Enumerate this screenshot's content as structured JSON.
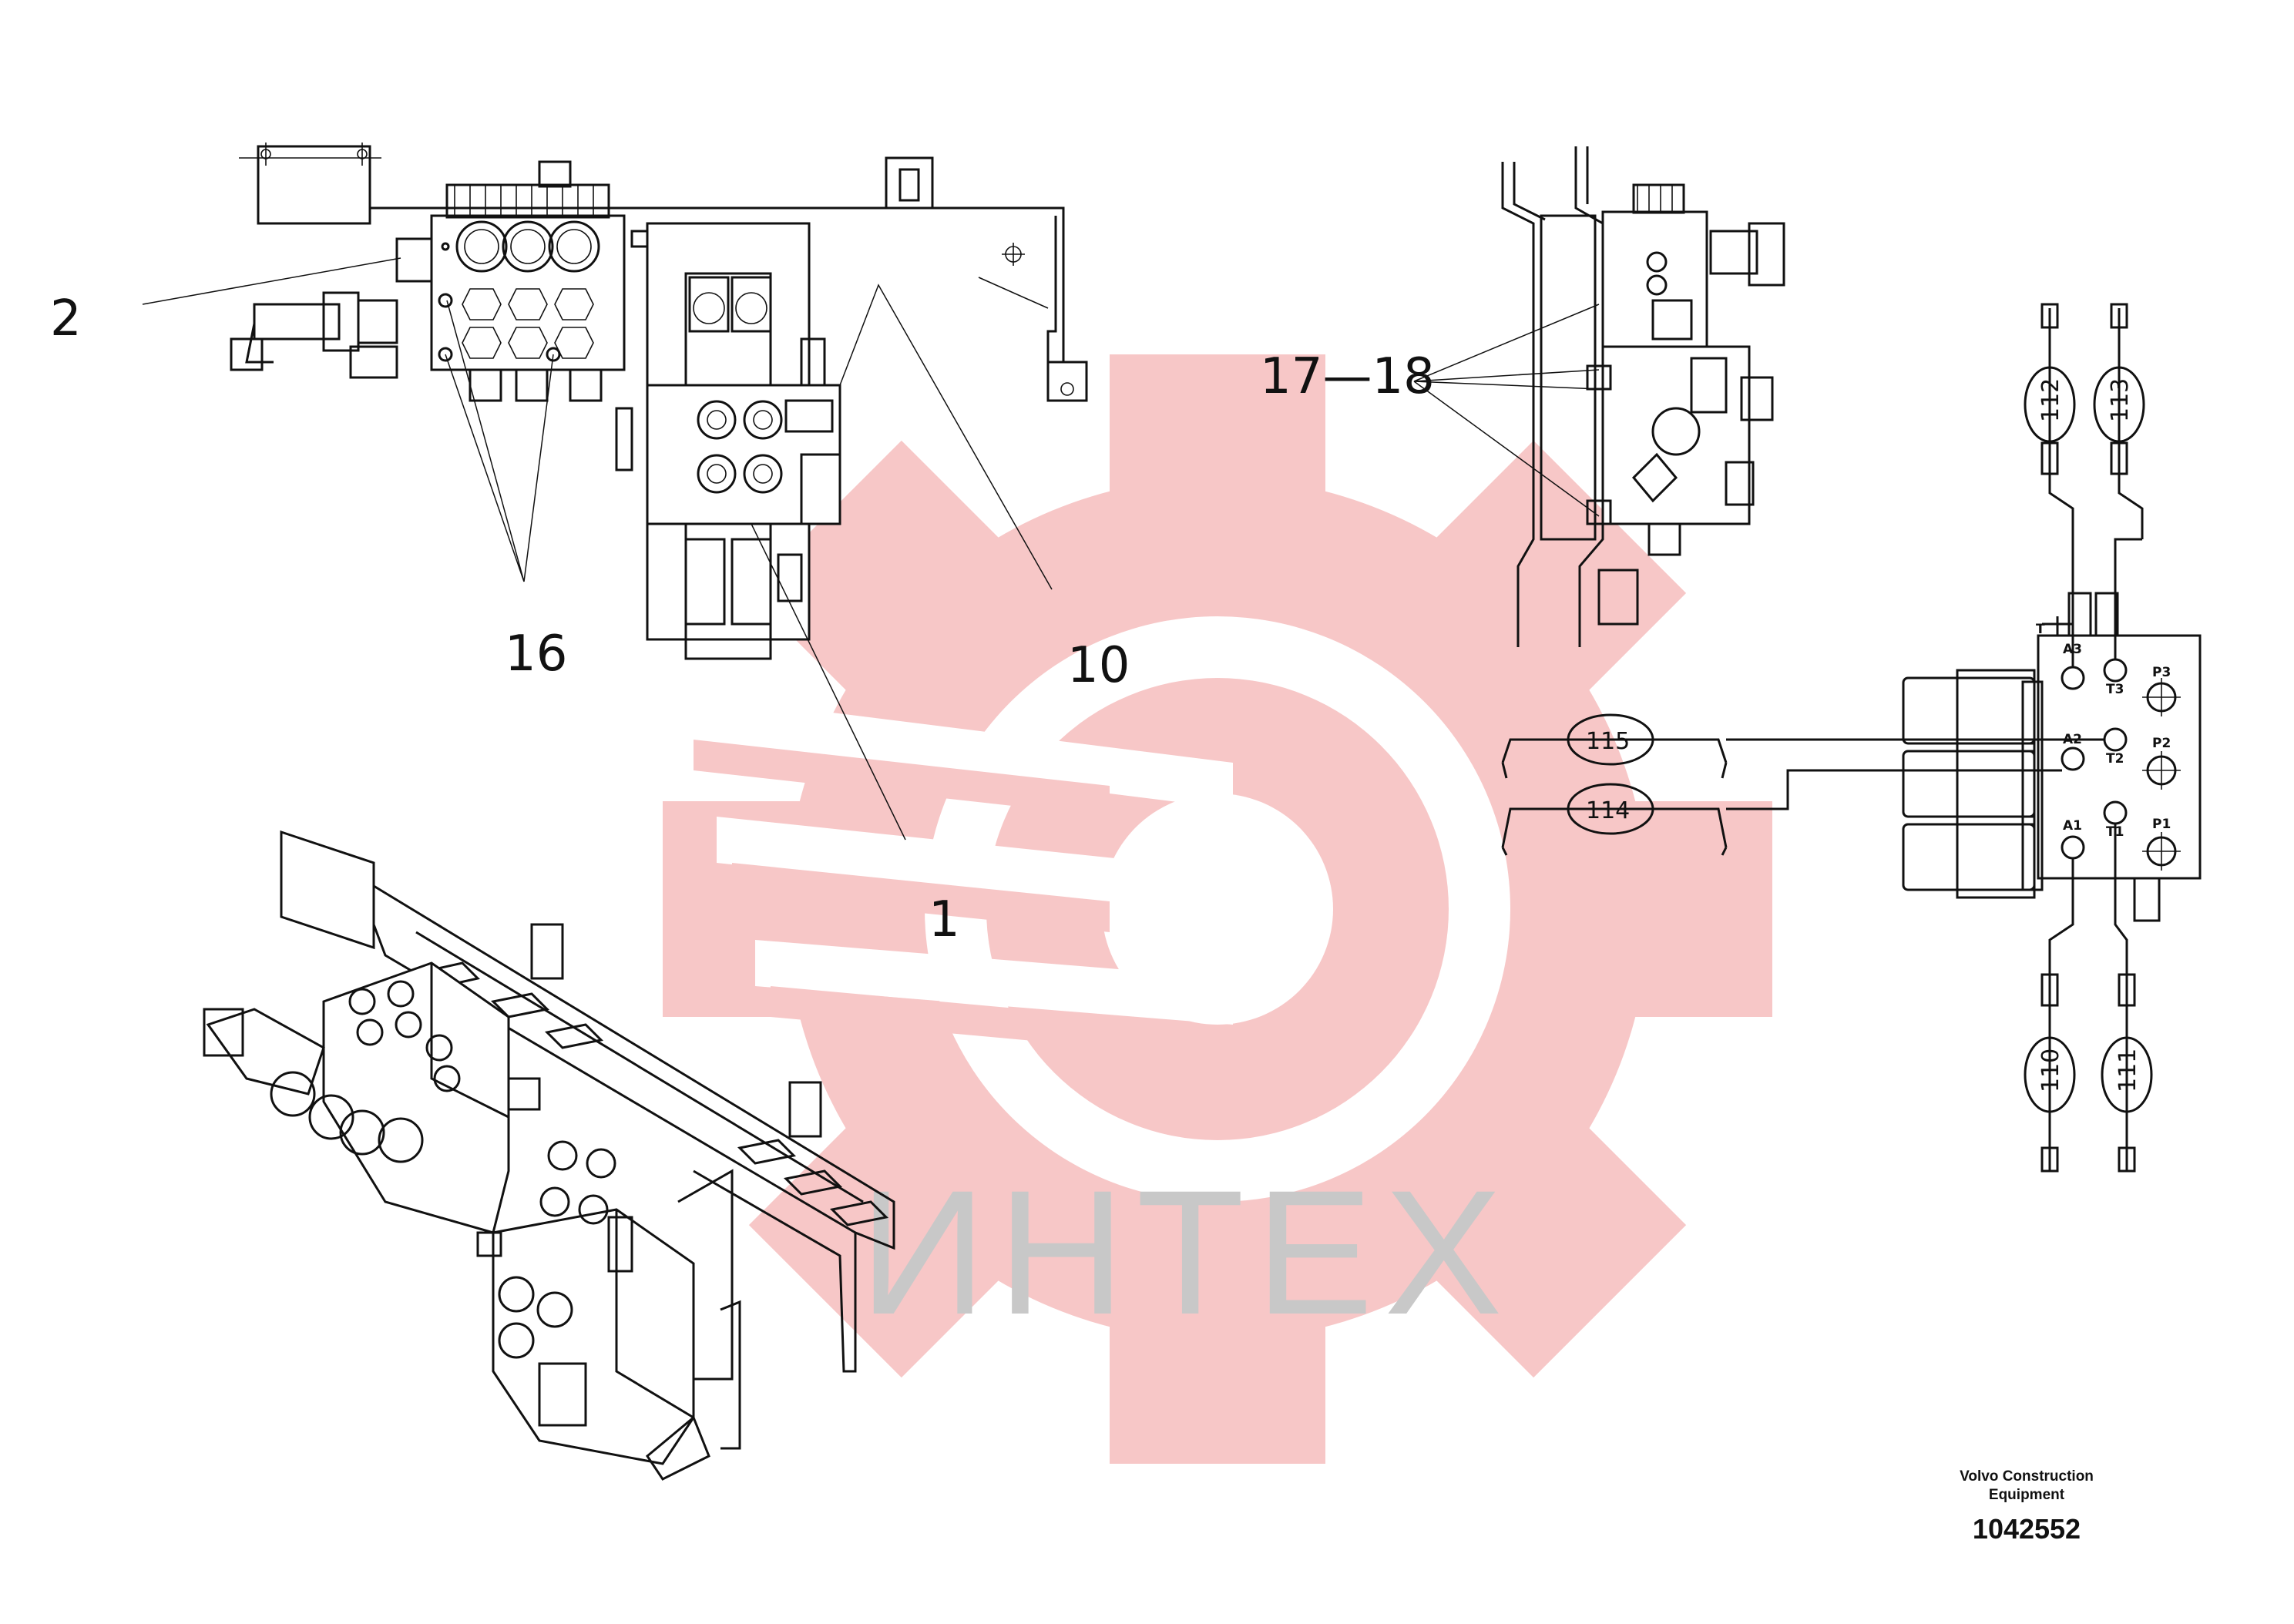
{
  "watermark": {
    "text": "ИНТЕХ",
    "color": "#f4b8b8"
  },
  "callouts": {
    "c1": "1",
    "c2": "2",
    "c10": "10",
    "c16": "16",
    "c17_18": "17—18"
  },
  "hoses": {
    "h110": "110",
    "h111": "111",
    "h112": "112",
    "h113": "113",
    "h114": "114",
    "h115": "115"
  },
  "ports": {
    "a1": "A1",
    "a2": "A2",
    "a3": "A3",
    "t1": "T1",
    "t2": "T2",
    "t3": "T3",
    "p1": "P1",
    "p2": "P2",
    "p3": "P3",
    "t": "T"
  },
  "stamp": {
    "maker_line1": "Volvo Construction",
    "maker_line2": "Equipment",
    "part_number": "1042552"
  }
}
